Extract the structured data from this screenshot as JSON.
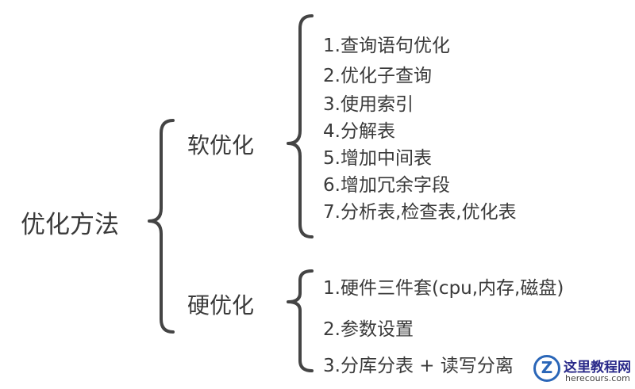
{
  "root": {
    "label": "优化方法"
  },
  "branches": [
    {
      "label": "软优化",
      "items": [
        "1.查询语句优化",
        "2.优化子查询",
        "3.使用索引",
        "4.分解表",
        "5.增加中间表",
        "6.增加冗余字段",
        "7.分析表,检查表,优化表"
      ]
    },
    {
      "label": "硬优化",
      "items": [
        "1.硬件三件套(cpu,内存,磁盘)",
        "2.参数设置",
        "3.分库分表 + 读写分离"
      ]
    }
  ],
  "watermark": {
    "logo_letter": "Z",
    "title": "这里教程网",
    "url": "herecours.com"
  },
  "colors": {
    "line": "#444444",
    "text": "#3a3a3a",
    "watermark": "#2a66b8"
  }
}
